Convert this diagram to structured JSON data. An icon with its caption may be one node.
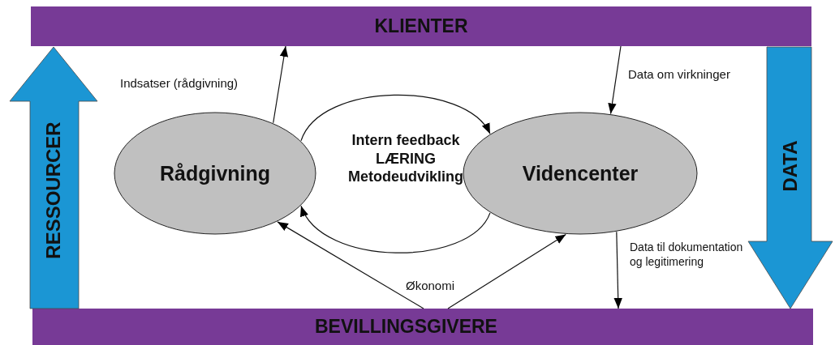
{
  "diagram": {
    "nodes": [
      {
        "text": [
          "KLIENTER"
        ]
      },
      {
        "text": [
          "BEVILLINGSGIVERE"
        ]
      },
      {
        "text": [
          "Rådgivning"
        ]
      },
      {
        "text": [
          "Videncenter"
        ]
      },
      {
        "text": [
          "RESSOURCER"
        ]
      },
      {
        "text": [
          "DATA"
        ]
      }
    ],
    "edges": [
      {
        "from": 2,
        "to": 0,
        "arrow": "to",
        "label": "Indsatser (rådgivning)"
      },
      {
        "from": 0,
        "to": 3,
        "arrow": "to",
        "label": "Data om virkninger"
      },
      {
        "from": 2,
        "to": 3,
        "arrow": "to"
      },
      {
        "from": 3,
        "to": 2,
        "arrow": "to"
      },
      {
        "from": 1,
        "to": 2,
        "arrow": "to",
        "label": "Økonomi"
      },
      {
        "from": 1,
        "to": 3,
        "arrow": "to"
      },
      {
        "from": 3,
        "to": 1,
        "arrow": "to",
        "label": "Data til dokumentation og legitimering"
      }
    ],
    "labels": [
      "Intern feedback LÆRING Metodeudvikling"
    ]
  }
}
